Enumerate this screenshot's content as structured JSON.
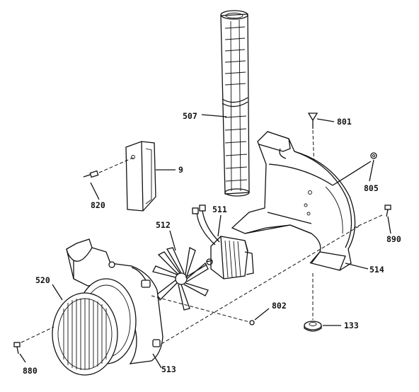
{
  "labels": {
    "p9": "9",
    "p133": "133",
    "p507": "507",
    "p511": "511",
    "p512": "512",
    "p513": "513",
    "p514": "514",
    "p520": "520",
    "p801": "801",
    "p802": "802",
    "p805": "805",
    "p820": "820",
    "p880": "880",
    "p890": "890"
  }
}
